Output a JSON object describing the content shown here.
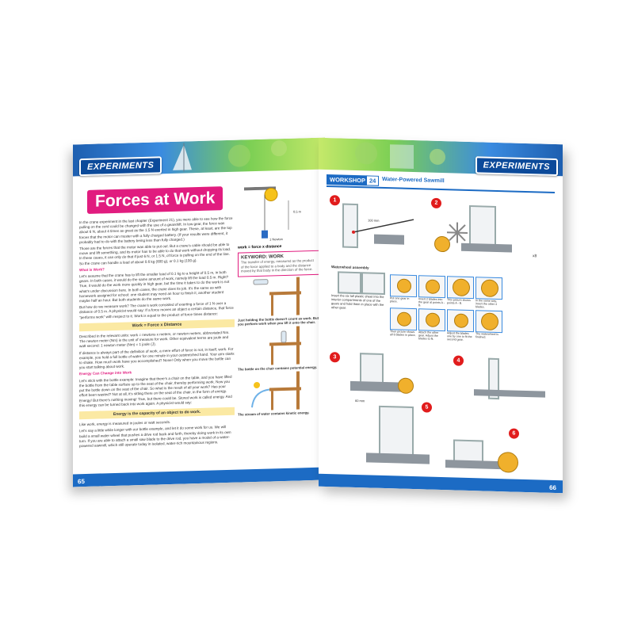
{
  "left_page": {
    "badge": "EXPERIMENTS",
    "title": "Forces at Work",
    "page_number": "65",
    "intro": "In the crane experiment in the last chapter (Experiment 21), you were able to see how the force pulling on the cord could be changed with the use of a gearshift. In low gear, the force was about 6 N, about 4 times as great as the 1.5 N exerted in high gear. These, at least, are the top forces that the motor can muster with a fully charged battery. (If your results were different, it probably had to do with the battery being less than fully charged.)",
    "para2": "Those are the forces that the motor was able to put out. But a crane's cable should be able to move and lift something, and its motor has to be able to do that work without dropping its load. In these cases, it can only do that if just 6 N, or 1.5 N, of force is pulling on the end of the line. So the crane can handle a load of about 0.6 kg (600 g), or 0.1 kg (100 g).",
    "heading_work": "What is Work?",
    "para3": "Let's assume that the crane has to lift the smaller load of 0.1 kg to a height of 0.5 m, in both gears. In both cases, it would do the same amount of work, namely lift the load 0.5 m. Right? True, it would do the work more quickly in high gear, but the time it takes to do the work is not what's under discussion here. In both cases, the crane does its job. It's the same as with homework assigned for school: one student may need an hour to finish it, another student maybe half an hour. But both students do the same work.",
    "para4": "But how do we measure work? The crane's work consisted of exerting a force of 1 N over a distance of 0.5 m. A physicist would say: If a force moves an object a certain distance, that force \"performs work\" with respect to it. Work is equal to the product of force times distance:",
    "formula": "Work = Force x Distance",
    "para5": "Described in the relevant units: work = newtons x meters, or newton meters, abbreviated Nm. The newton meter (Nm) is the unit of measure for work. Other equivalent terms are joule and watt second: 1 newton meter (Nm) = 1 joule (J).",
    "para6": "If distance is always part of the definition of work, a mere effort of force is not, in itself, work. For example, you hold a full bottle of water for one minute in your outstretched hand. Your arm starts to shake. How much work have you accomplished? None! Only when you move the bottle can you start talking about work.",
    "heading_energy": "Energy Can Change into Work",
    "para7": "Let's stick with the bottle example: Imagine that there's a chair on the table, and you have lifted the bottle from the table surface up to the seat of the chair, thereby performing work. Now you put the bottle down on the seat of the chair. So what is the result of all your work? Has your effort been wasted? Not at all, it's sitting there on the seat of the chair, in the form of energy. Energy! But there's nothing moving! True, but there could be. Stored work is called energy. And this energy can be turned back into work again. A physicist would say:",
    "energy_box": "Energy is the capacity of an object to do work.",
    "para8": "Like work, energy is measured in joules or watt seconds.",
    "para9": "Let's say a little while longer with our bottle example, and let it do some work for us. We will build a small water wheel that pushes a drive rod back and forth, thereby doing work in its own turn. If you are able to attach a small saw blade to the drive rod, you have a model of a water-powered sawmill, which still operate today in isolated, water-rich mountainous regions.",
    "pulley_label_force": "1 Newton",
    "pulley_label_height": "0.5 m",
    "formula_small": "work = force x distance",
    "keyword_title": "KEYWORD: WORK",
    "keyword_text": "The transfer of energy, measured as the product of the force applied to a body and the distance moved by that body in the direction of the force.",
    "caption1": "Just holding the bottle doesn't count as work. But you perform work when you lift it onto the chair.",
    "caption2": "The bottle on the chair contains potential energy.",
    "caption3": "The stream of water contains kinetic energy."
  },
  "right_page": {
    "badge": "EXPERIMENTS",
    "workshop_label": "WORKSHOP",
    "workshop_number": "24",
    "workshop_title": "Water-Powered Sawmill",
    "page_number": "66",
    "step1": "1",
    "step2": "2",
    "step3": "3",
    "step4": "4",
    "step5": "5",
    "step6": "6",
    "dim1": "100 mm",
    "dim2": "60 mm",
    "count_x8": "x8",
    "waterwheel_heading": "Waterwheel assembly",
    "waterwheel_text": "Insert the six tall plastic sheet into the interior compartments of one of the gears and hold them in place with the other gear.",
    "cell_captions": [
      "Put one gear in place.",
      "Insert 2 blades into the gear at points A - B.",
      "This picture shows points A - B.",
      "In the same way, insert the other 4 blades.",
      "Then picture shows all 6 blades in place.",
      "Attach the other gear. Adjust the blades to fit.",
      "Adjust the blades one by one to fit the second gear.",
      "The waterwheel is finished."
    ]
  },
  "colors": {
    "magenta": "#e11c7f",
    "blue": "#1c6bc4",
    "yellow_box": "#fbe9a3",
    "gear": "#f0b02c"
  }
}
